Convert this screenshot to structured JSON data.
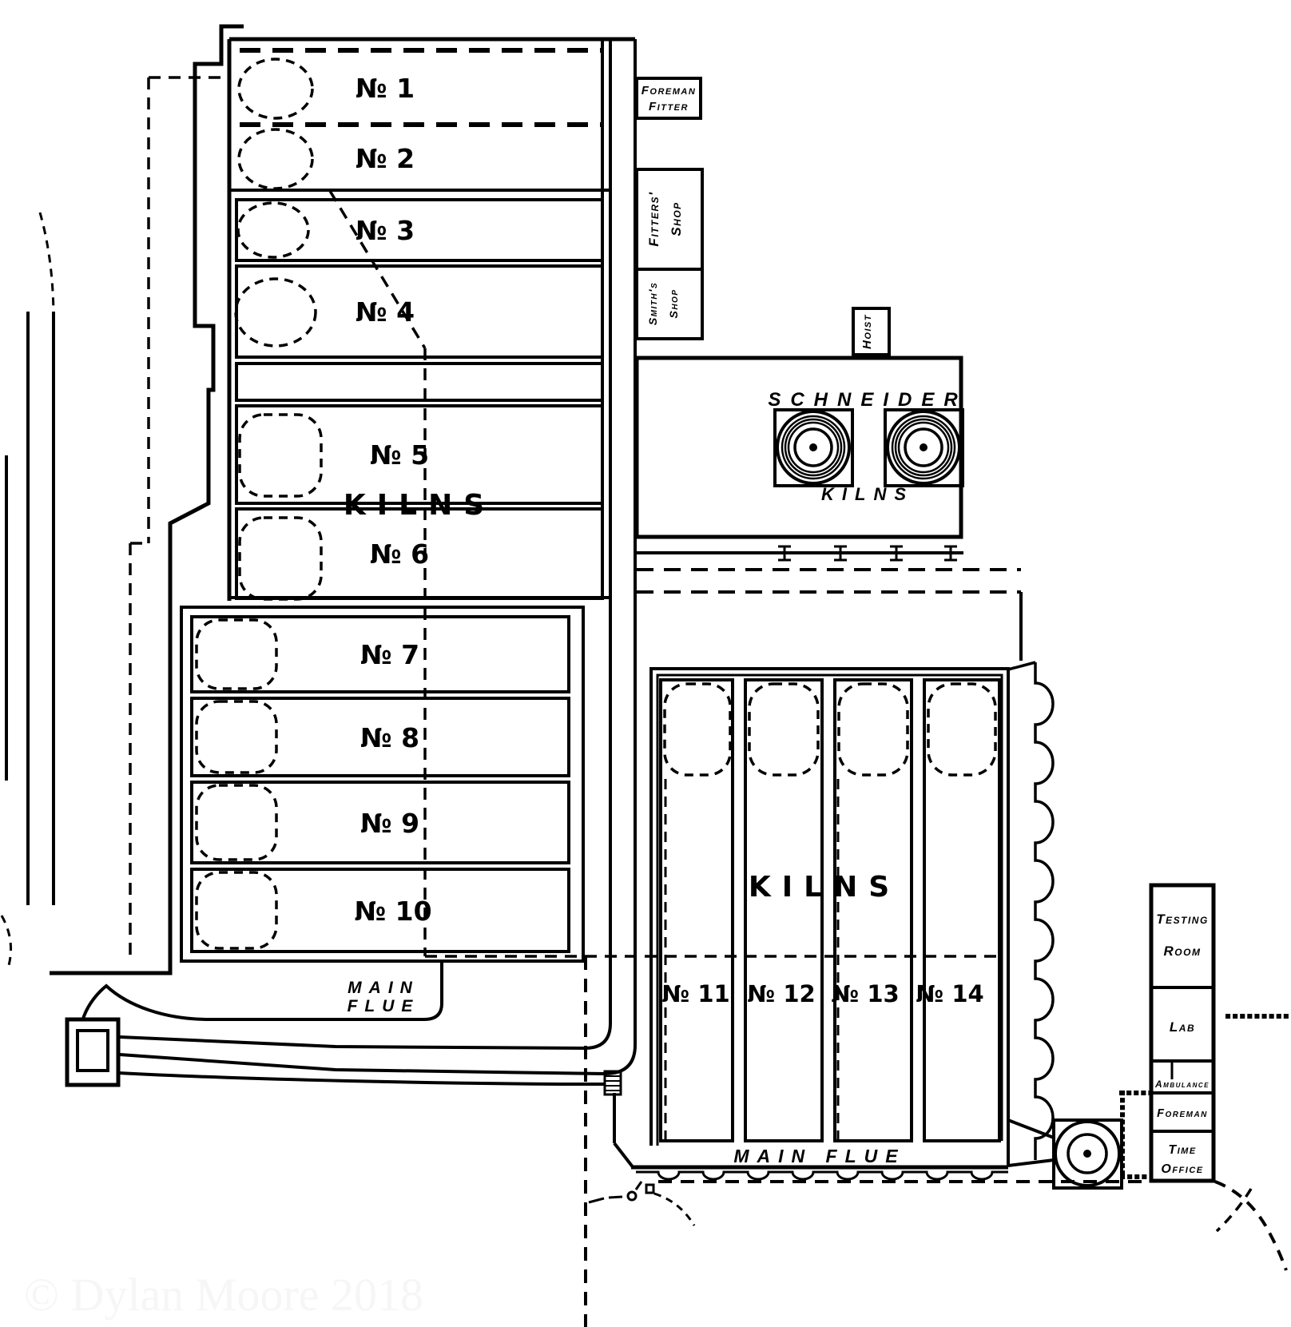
{
  "watermark": "© Dylan Moore 2018",
  "left_block": {
    "kilns_word": "KILNS",
    "rows": [
      "№ 1",
      "№ 2",
      "№ 3",
      "№ 4",
      "№ 5",
      "№ 6",
      "№ 7",
      "№ 8",
      "№ 9",
      "№ 10"
    ]
  },
  "shops": {
    "foreman_fitter_line1": "Foreman",
    "foreman_fitter_line2": "Fitter",
    "fitters_shop_line1": "Fitters'",
    "fitters_shop_line2": "Shop",
    "smiths_shop_line1": "Smith's",
    "smiths_shop_line2": "Shop",
    "hoist": "Hoist"
  },
  "schneider": {
    "name": "SCHNEIDER",
    "kilns_word": "KILNS"
  },
  "bottom_block": {
    "kilns_word": "KILNS",
    "rows": [
      "№ 11",
      "№ 12",
      "№ 13",
      "№ 14"
    ],
    "main_flue": "MAIN FLUE"
  },
  "flue": {
    "main_line1": "MAIN",
    "main_line2": "FLUE"
  },
  "offices": {
    "testing_line1": "Testing",
    "testing_line2": "Room",
    "lab": "Lab",
    "ambulance": "Ambulance",
    "foreman": "Foreman",
    "time_line1": "Time",
    "time_line2": "Office"
  }
}
